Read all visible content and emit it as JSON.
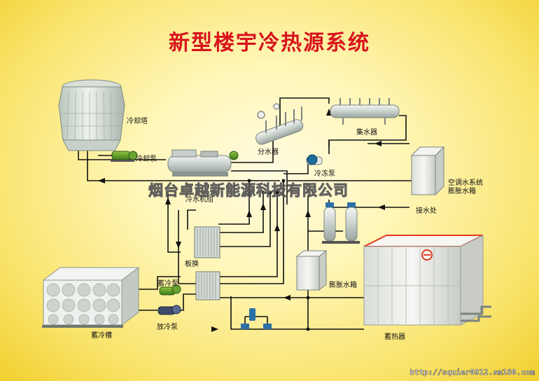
{
  "title": "新型楼宇冷热源系统",
  "watermark": "烟台卓越新能源科技有限公司",
  "credit": "http://squier0912.sm160.com",
  "labels": {
    "cooling_tower": "冷却塔",
    "cooling_pump": "冷却泵",
    "chiller": "冷水机组",
    "water_distributor": "分水器",
    "water_collector": "集水器",
    "chilled_pump": "冷冻泵",
    "ac_expansion_tank_line1": "空调水系统",
    "ac_expansion_tank_line2": "膨胀水箱",
    "water_inlet": "接水处",
    "plate_exchanger": "板换",
    "cold_storage_pump": "蓄冷泵",
    "cold_release_pump": "放冷泵",
    "cold_storage_tank": "蓄冷槽",
    "expansion_tank": "膨胀水箱",
    "heat_storage": "蓄热器"
  },
  "colors": {
    "title": "#d8141d",
    "pipe": "#111111",
    "equipment": "#dfe6e1",
    "heat_storage_frame": "#e23a1c"
  }
}
